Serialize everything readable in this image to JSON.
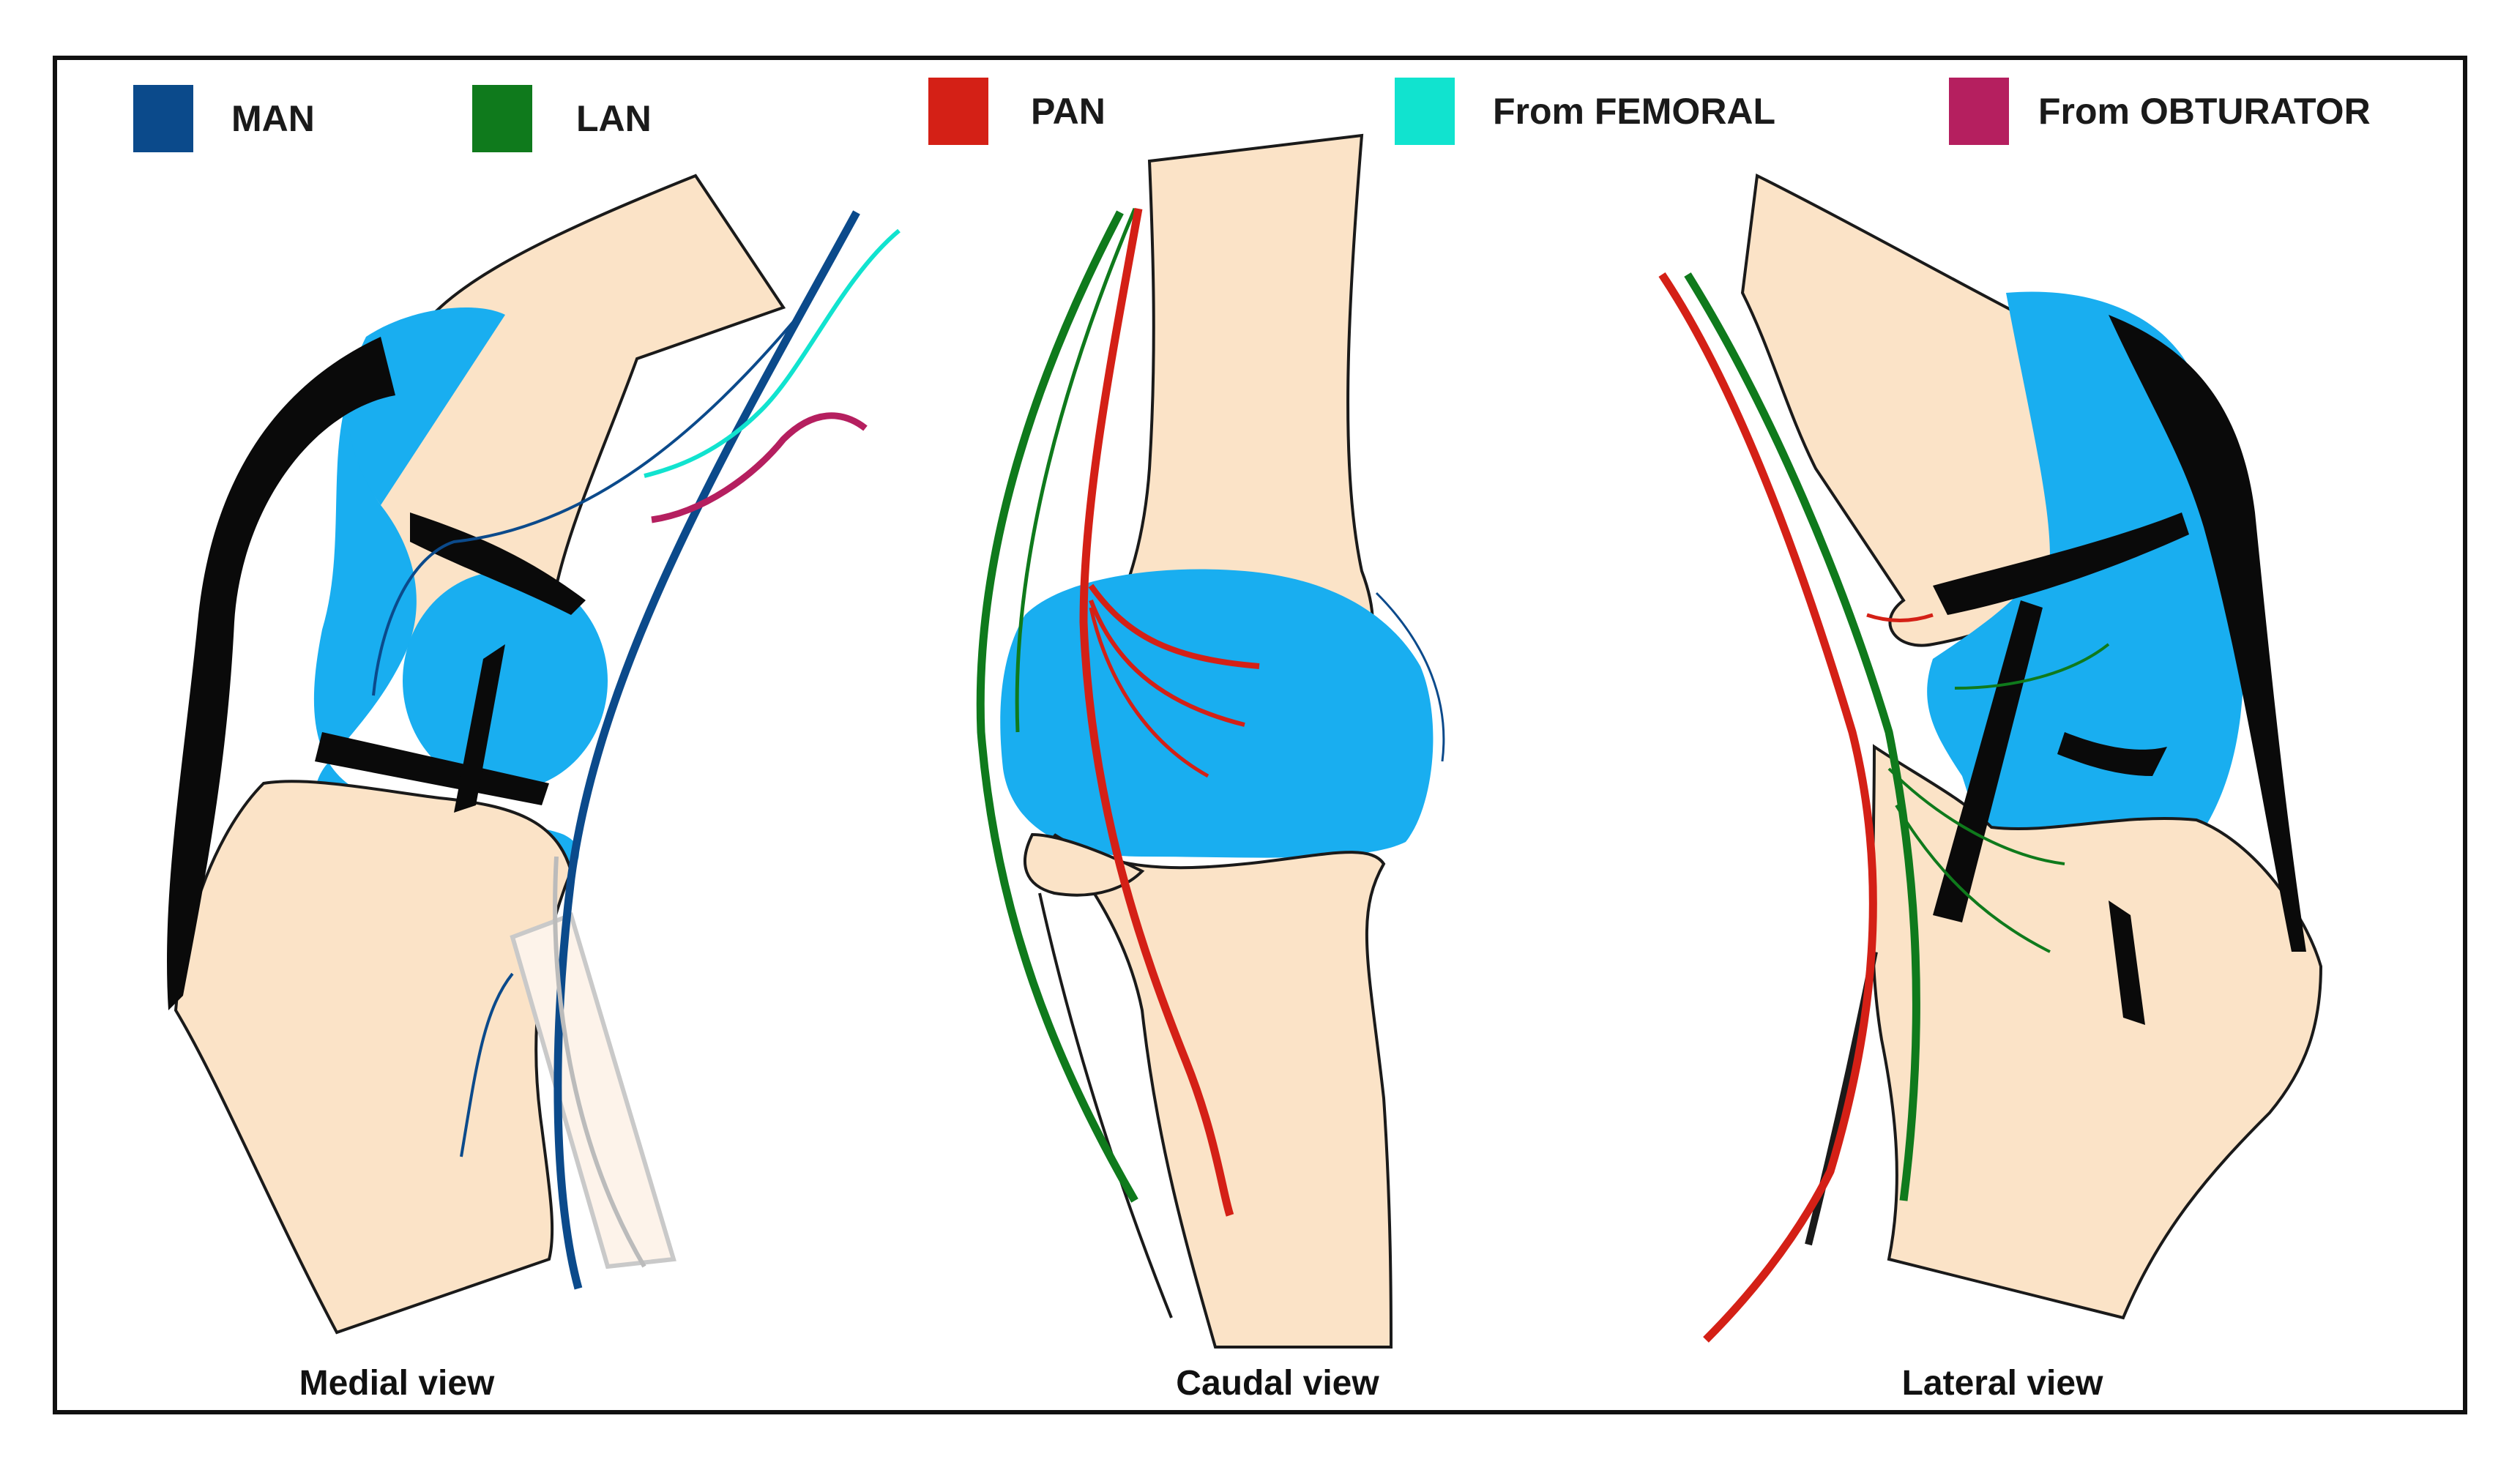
{
  "legend": [
    {
      "label": "MAN",
      "color": "#0b4a8b"
    },
    {
      "label": "LAN",
      "color": "#0f7a1c"
    },
    {
      "label": "PAN",
      "color": "#d42016"
    },
    {
      "label": "From FEMORAL",
      "color": "#11e3cf"
    },
    {
      "label": "From OBTURATOR",
      "color": "#b51f5f"
    }
  ],
  "views": {
    "medial": "Medial view",
    "caudal": "Caudal view",
    "lateral": "Lateral view"
  },
  "colors": {
    "bone": "#fbe3c7",
    "capsule": "#19aef0",
    "ligament": "#0a0a0a",
    "outline": "#1a1a1a"
  }
}
